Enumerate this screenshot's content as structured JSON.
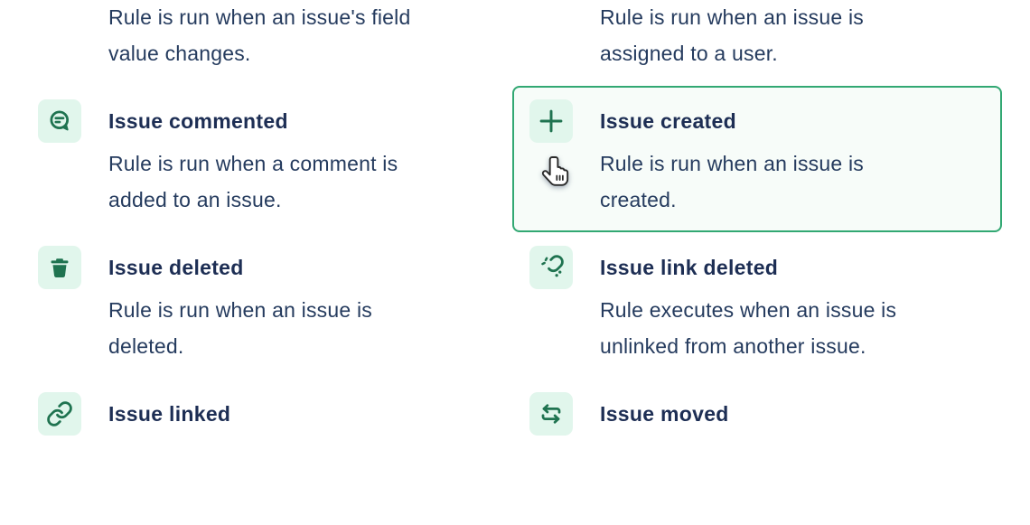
{
  "screen": "automation-trigger-picker",
  "colors": {
    "selected_border": "#32A873",
    "selected_bg": "#F7FCF9",
    "tile_bg": "#E1F6EC",
    "icon_green": "#1F7350",
    "title_color": "#1D2E54",
    "desc_color": "#253B5E"
  },
  "triggers": [
    {
      "title": "",
      "description": "Rule is run when an issue's field\nvalue changes.",
      "icon": "none",
      "selected": false
    },
    {
      "title": "",
      "description": "Rule is run when an issue is\nassigned to a user.",
      "icon": "none",
      "selected": false
    },
    {
      "title": "Issue commented",
      "description": "Rule is run when a comment is\nadded to an issue.",
      "icon": "comment",
      "selected": false
    },
    {
      "title": "Issue created",
      "description": "Rule is run when an issue is\ncreated.",
      "icon": "plus",
      "selected": true
    },
    {
      "title": "Issue deleted",
      "description": "Rule is run when an issue is\ndeleted.",
      "icon": "trash",
      "selected": false
    },
    {
      "title": "Issue link deleted",
      "description": "Rule executes when an issue is\nunlinked from another issue.",
      "icon": "broken-link",
      "selected": false
    },
    {
      "title": "Issue linked",
      "description": "",
      "icon": "link",
      "selected": false
    },
    {
      "title": "Issue moved",
      "description": "",
      "icon": "move",
      "selected": false
    }
  ],
  "cursor": {
    "icon": "hand-pointer"
  }
}
